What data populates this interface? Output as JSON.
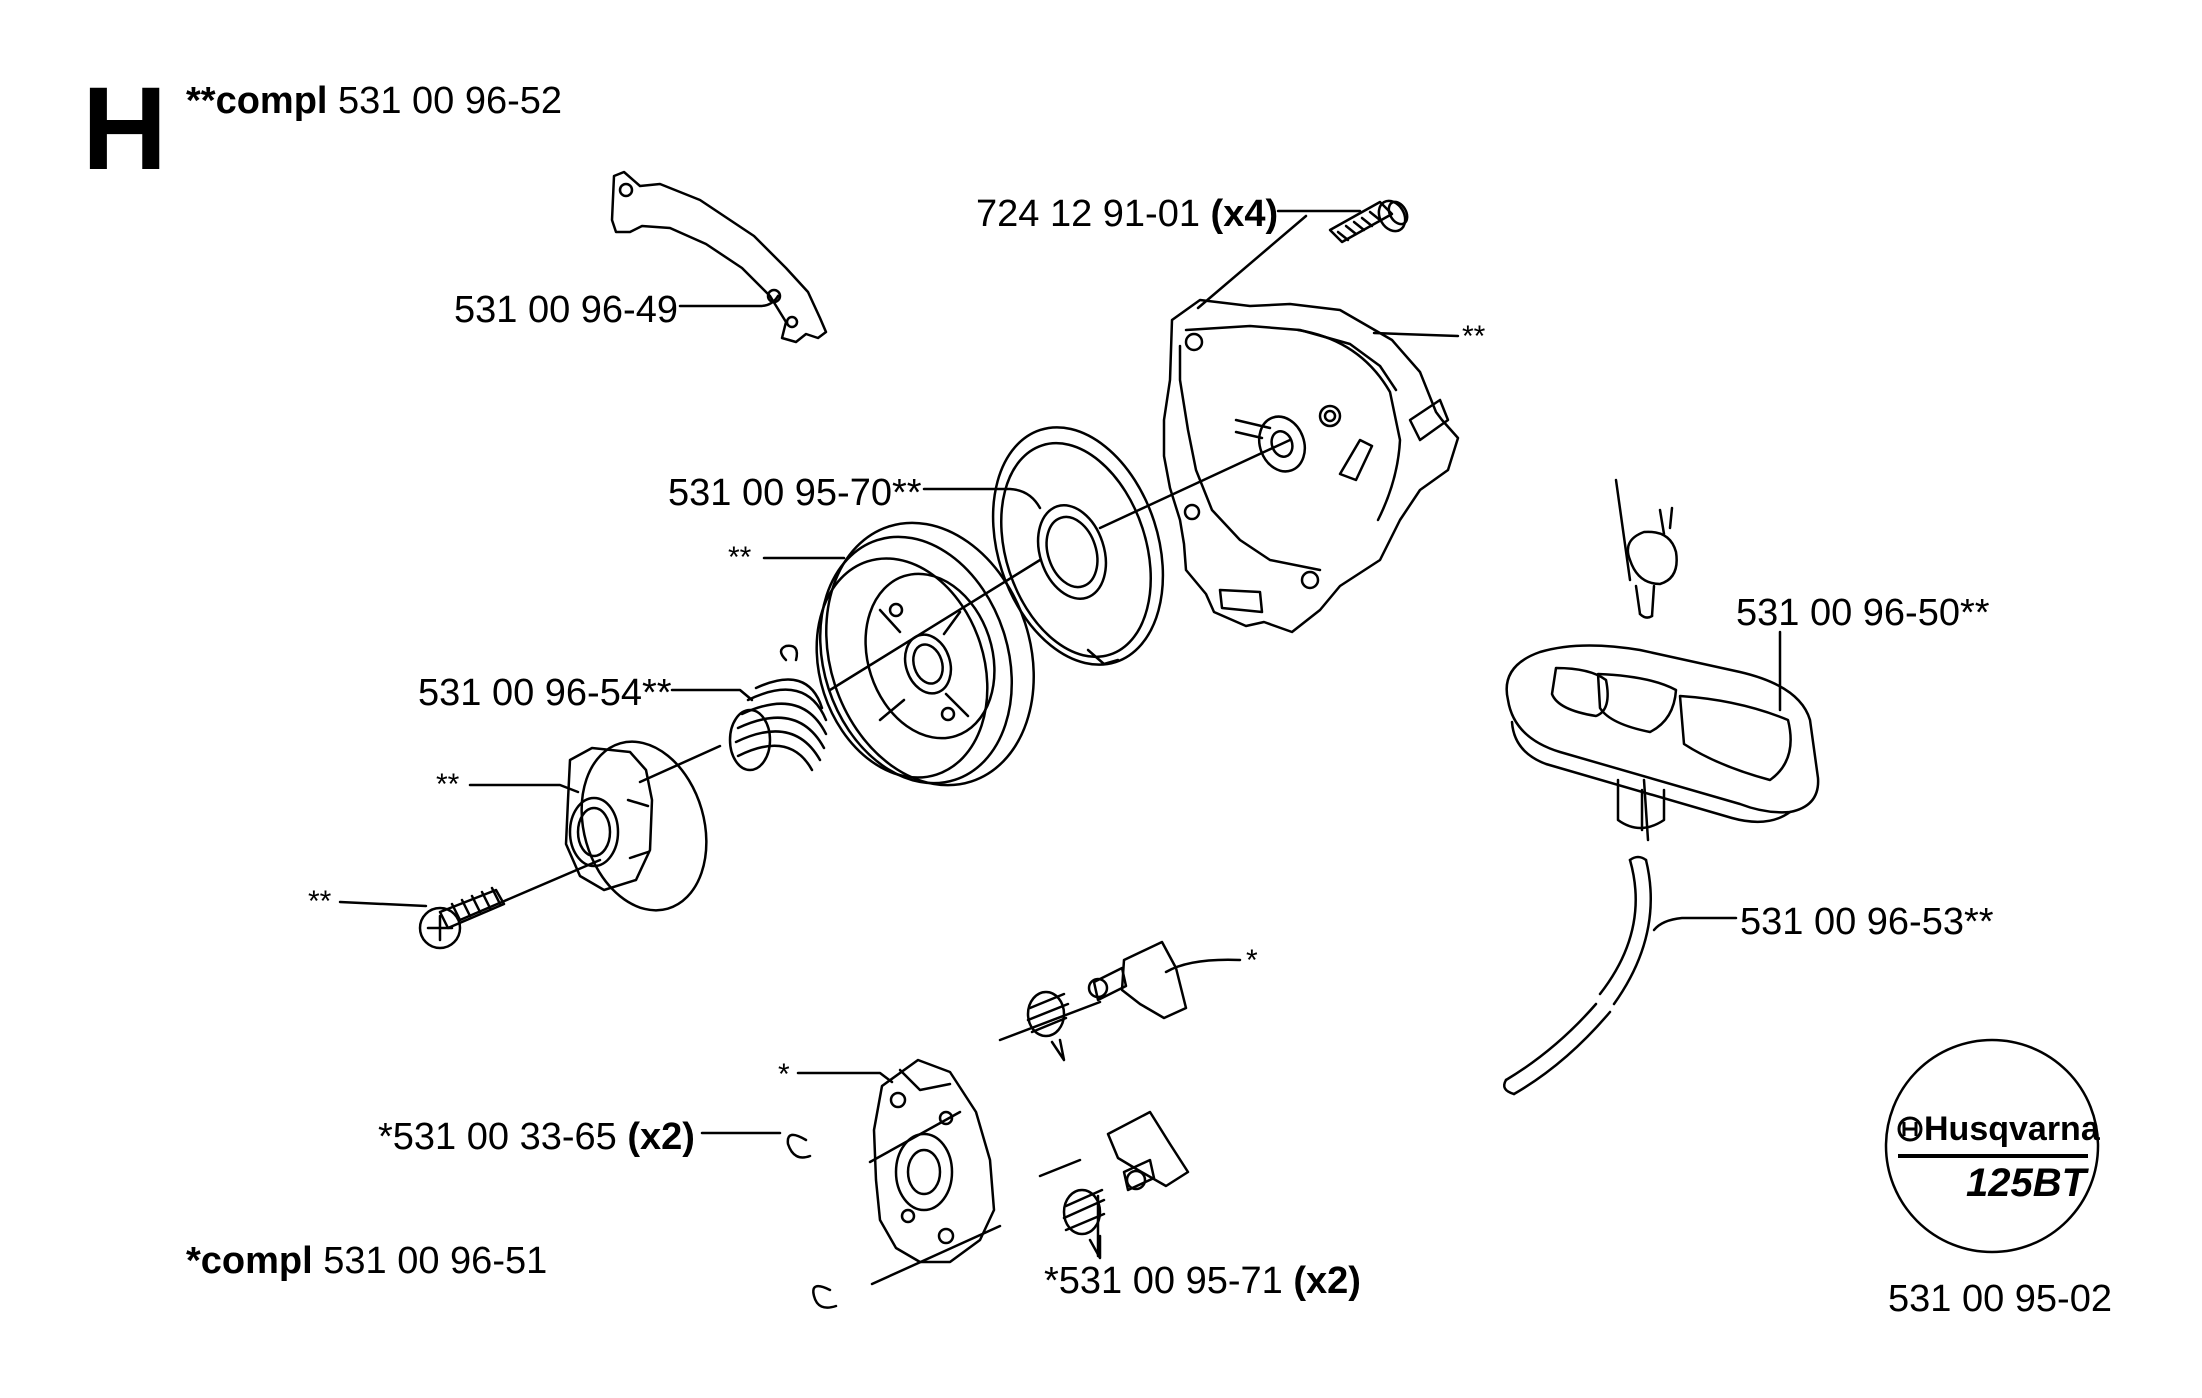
{
  "section_letter": "H",
  "assemblies": {
    "upper": {
      "prefix": "**compl",
      "part": "531 00 96-52"
    },
    "lower": {
      "prefix": "*compl",
      "part": "531 00 96-51"
    }
  },
  "callouts": {
    "screw_x4": {
      "part": "724 12 91-01",
      "qty": "(x4)"
    },
    "bracket": "531 00 96-49",
    "housing": "**",
    "recoil_spring": "531 00 95-70**",
    "pulley": "**",
    "small_spring": "531 00 96-54**",
    "hub": "**",
    "center_screw": "**",
    "handle": "531 00 96-50**",
    "cord": "531 00 96-53**",
    "pawl": "*",
    "pawl_carrier": "*",
    "circlip": {
      "part": "*531 00 33-65",
      "qty": "(x2)"
    },
    "pawl_spring": {
      "part": "*531 00 95-71",
      "qty": "(x2)"
    }
  },
  "logo": {
    "brand": "Husqvarna",
    "model": "125BT",
    "icon": "husqvarna-crown-icon"
  },
  "doc_number": "531 00 95-02"
}
